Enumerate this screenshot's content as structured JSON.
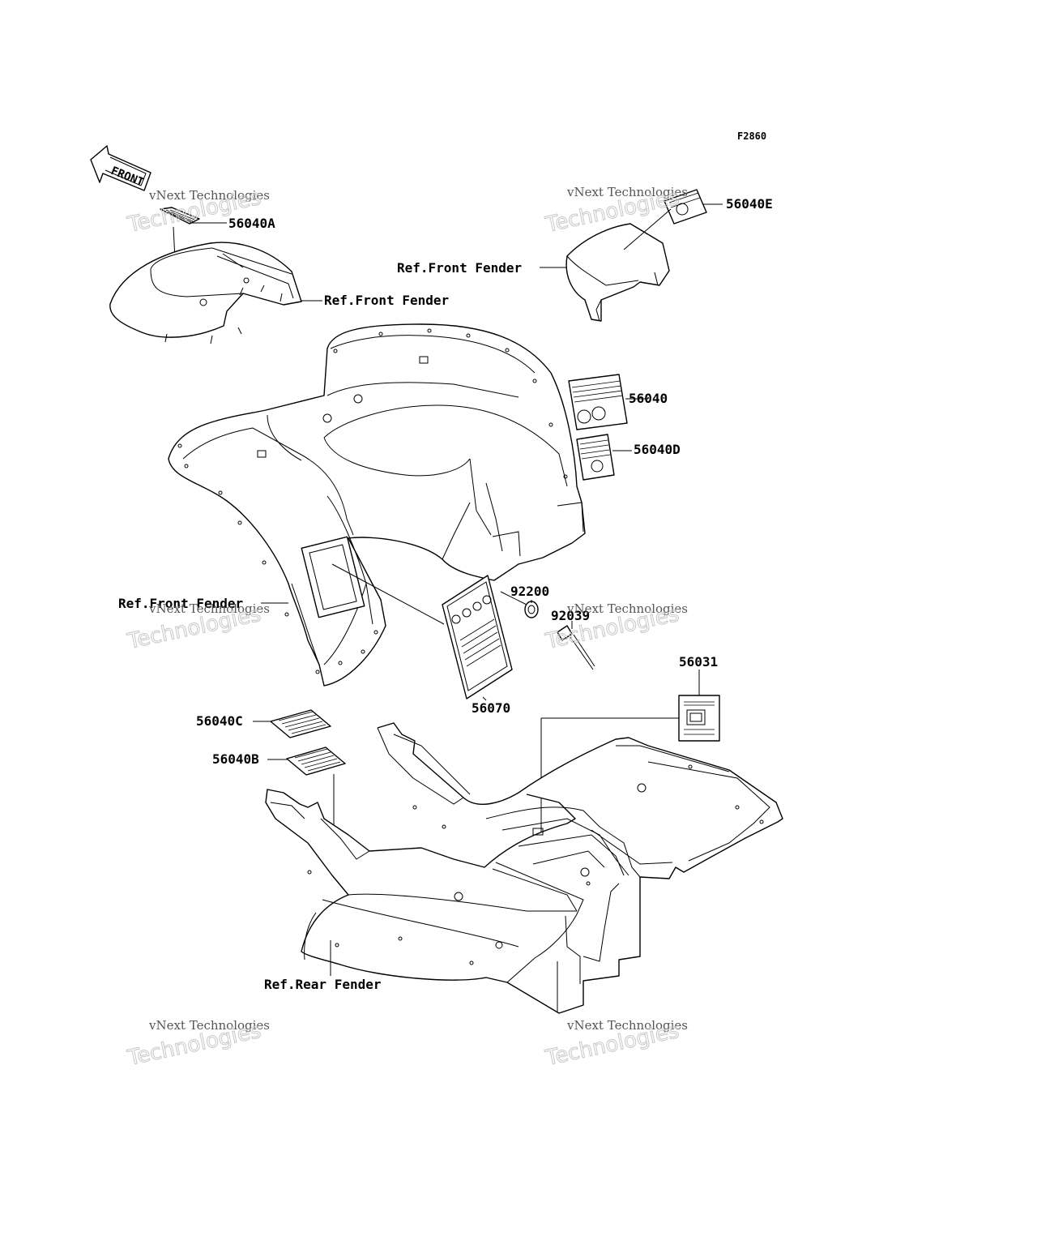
{
  "figure_code": "F2860",
  "front_arrow": {
    "label": "FRONT"
  },
  "parts": [
    {
      "id": "56040A"
    },
    {
      "id": "56040E"
    },
    {
      "id": "56040"
    },
    {
      "id": "56040D"
    },
    {
      "id": "92200"
    },
    {
      "id": "92039"
    },
    {
      "id": "56031"
    },
    {
      "id": "56070"
    },
    {
      "id": "56040C"
    },
    {
      "id": "56040B"
    }
  ],
  "references": [
    {
      "text": "Ref.Front Fender"
    },
    {
      "text": "Ref.Front Fender"
    },
    {
      "text": "Ref.Front Fender"
    },
    {
      "text": "Ref.Rear Fender"
    }
  ],
  "watermarks": [
    {
      "line1": "vNext Technologies",
      "line2": "Technologies"
    },
    {
      "line1": "vNext Technologies",
      "line2": "Technologies"
    },
    {
      "line1": "vNext Technologies",
      "line2": "Technologies"
    },
    {
      "line1": "vNext Technologies",
      "line2": "Technologies"
    },
    {
      "line1": "vNext Technologies",
      "line2": "Technologies"
    },
    {
      "line1": "vNext Technologies",
      "line2": "Technologies"
    }
  ]
}
